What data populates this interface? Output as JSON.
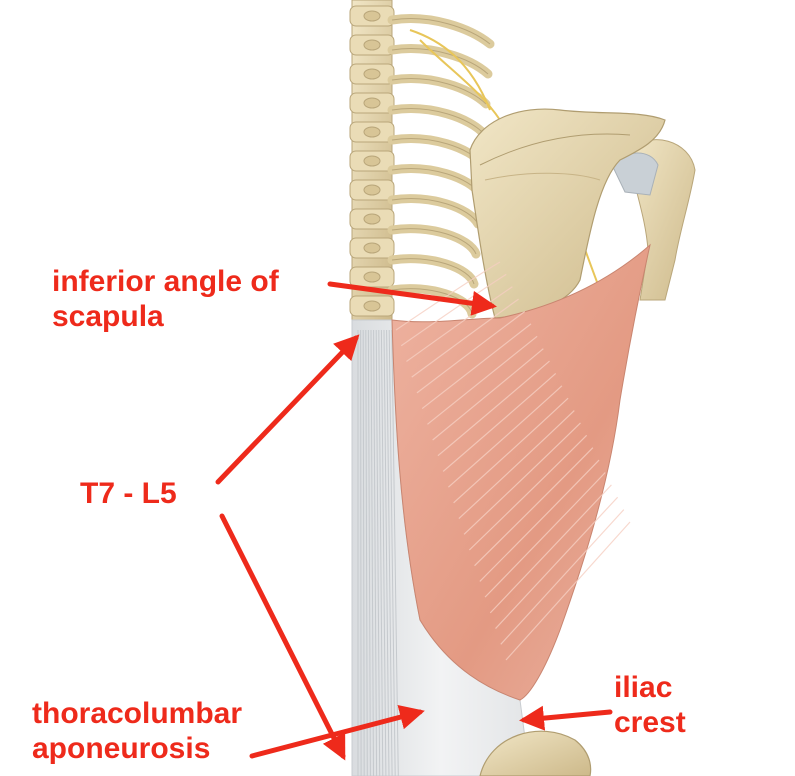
{
  "labels": {
    "inferior_angle": [
      "inferior angle of",
      "scapula"
    ],
    "t7_l5": "T7 - L5",
    "thoracolumbar": [
      "thoracolumbar",
      "aponeurosis"
    ],
    "iliac": [
      "iliac",
      "crest"
    ]
  },
  "colors": {
    "label": "#ee2a1b",
    "muscle": "#e7a08b",
    "bone": "#e6d8b0",
    "aponeurosis": "#e6e8ea"
  }
}
